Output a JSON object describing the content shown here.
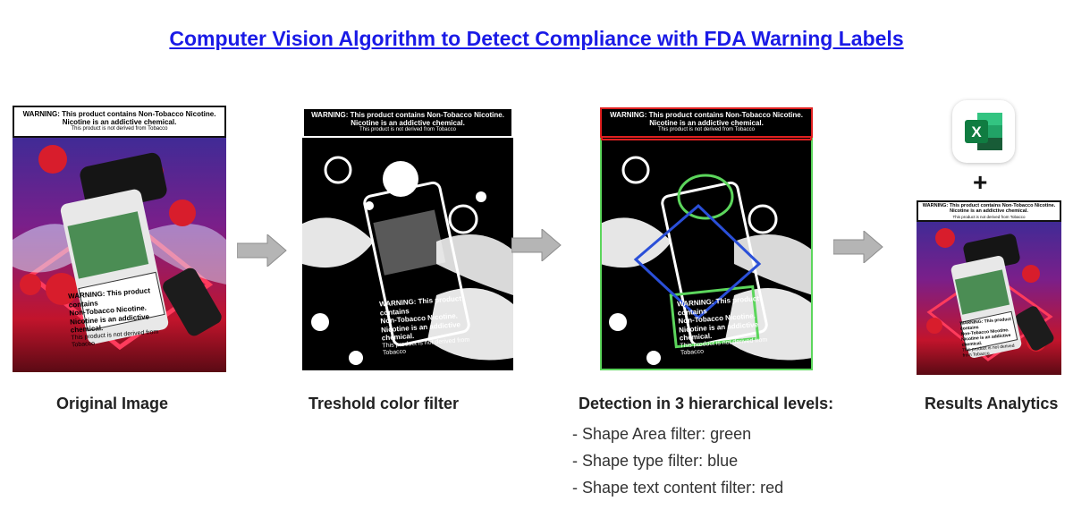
{
  "title": "Computer Vision Algorithm to Detect Compliance with FDA Warning Labels",
  "warning": {
    "line1": "WARNING: This product contains Non-Tobacco Nicotine.",
    "line2": "Nicotine is an addictive chemical.",
    "line3": "This product is not derived from Tobacco"
  },
  "product_label": {
    "line1": "WARNING: This product contains",
    "line2": "Non-Tobacco Nicotine.",
    "line3": "Nicotine is an addictive chemical.",
    "line4": "This product is not derived from Tobacco"
  },
  "steps": [
    {
      "caption": "Original Image"
    },
    {
      "caption": "Treshold color filter"
    },
    {
      "caption": "Detection in 3 hierarchical levels:"
    },
    {
      "caption": "Results Analytics"
    }
  ],
  "filters": [
    "- Shape Area filter: green",
    "- Shape type filter: blue",
    "- Shape text content filter: red"
  ],
  "excel_icon": {
    "name": "excel-icon",
    "letter": "X",
    "color": "#1d6f42"
  },
  "plus_sign": "+",
  "colors": {
    "title": "#1a1ae6",
    "green": "#5cd65c",
    "blue": "#2a4fd8",
    "red": "#e02020"
  }
}
